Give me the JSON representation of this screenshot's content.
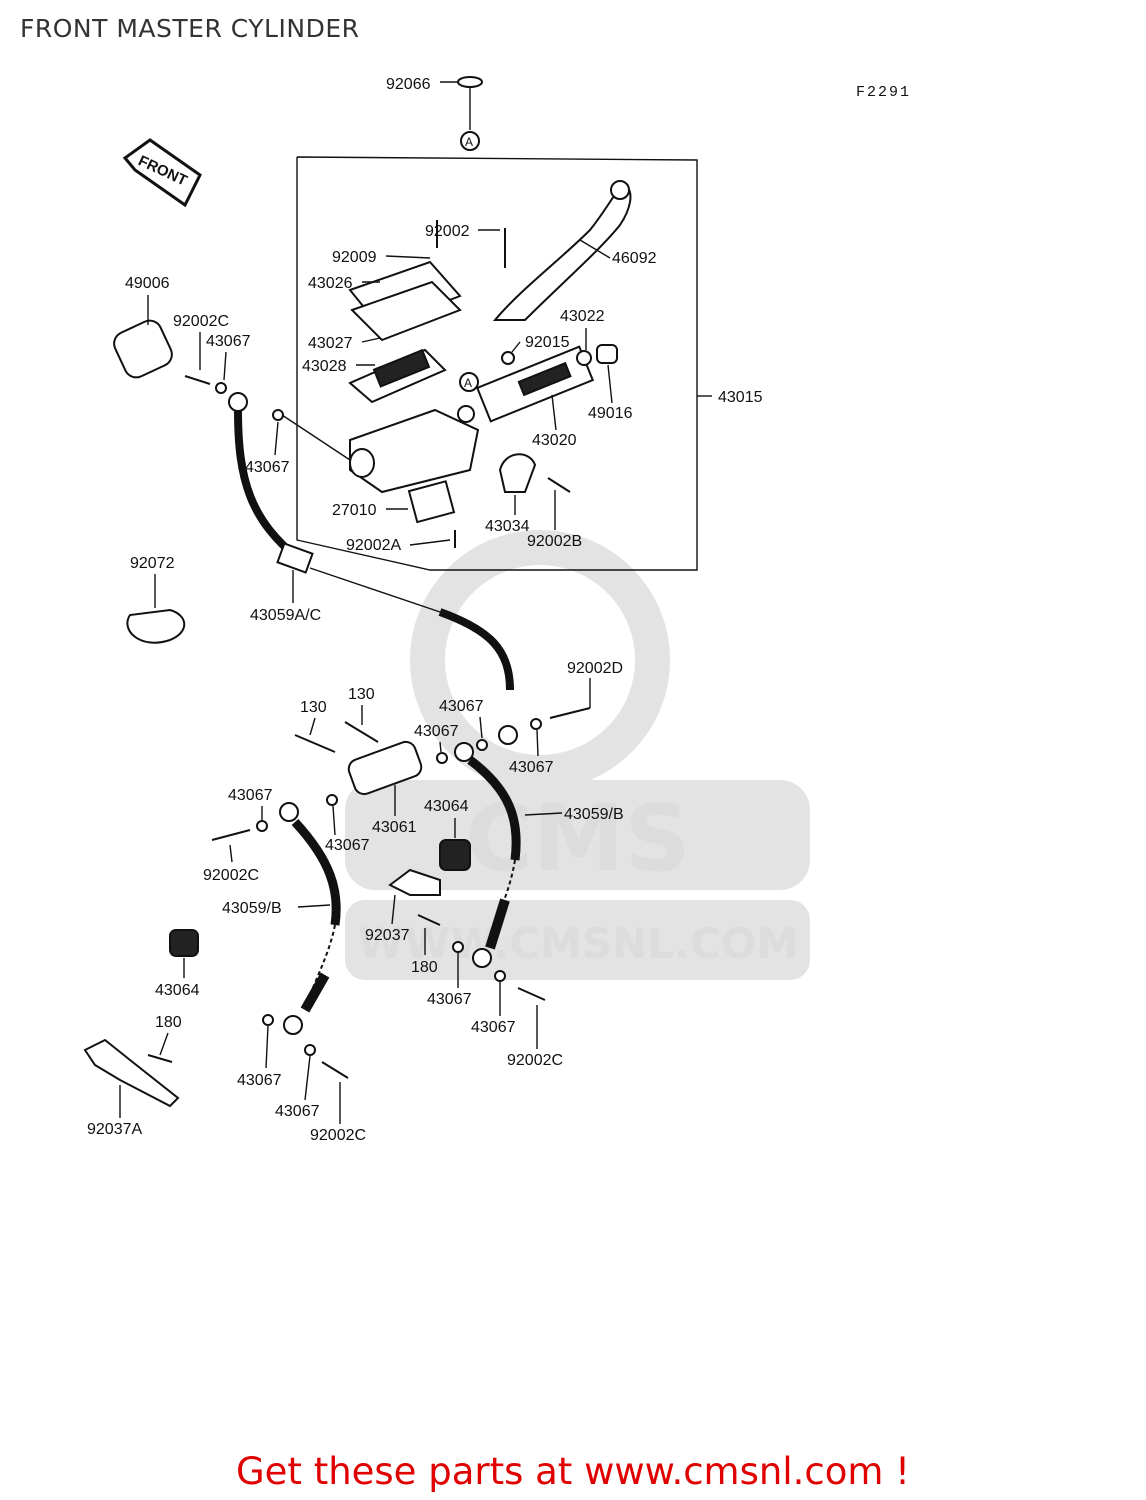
{
  "title": "FRONT MASTER CYLINDER",
  "diagram_code": "F2291",
  "front_arrow_label": "FRONT",
  "ref_marker": "A",
  "watermark": {
    "logo_text": "CMS",
    "url_text": "WWW.CMSNL.COM"
  },
  "callouts": {
    "p92066": "92066",
    "p92002": "92002",
    "p46092": "46092",
    "p92009": "92009",
    "p43026": "43026",
    "p49006": "49006",
    "p92002C_top": "92002C",
    "p43067_a": "43067",
    "p43027": "43027",
    "p43028": "43028",
    "p43022": "43022",
    "p92015": "92015",
    "p49016": "49016",
    "p43015": "43015",
    "p43020": "43020",
    "p43067_b": "43067",
    "p27010": "27010",
    "p43034": "43034",
    "p92002A": "92002A",
    "p92002B": "92002B",
    "p92072": "92072",
    "p43059AC": "43059A/C",
    "p92002D": "92002D",
    "p130_a": "130",
    "p130_b": "130",
    "p43067_c": "43067",
    "p43067_d": "43067",
    "p43067_e": "43067",
    "p43067_f": "43067",
    "p43064_a": "43064",
    "p43059B_r": "43059/B",
    "p43061": "43061",
    "p43067_g": "43067",
    "p92002C_l": "92002C",
    "p43059B_l": "43059/B",
    "p92037": "92037",
    "p43064_b": "43064",
    "p180_a": "180",
    "p43067_h": "43067",
    "p43067_i": "43067",
    "p92002C_r": "92002C",
    "p180_b": "180",
    "p43067_j": "43067",
    "p43067_k": "43067",
    "p92002C_b": "92002C",
    "p92037A": "92037A"
  },
  "footer": "Get these parts at www.cmsnl.com !"
}
